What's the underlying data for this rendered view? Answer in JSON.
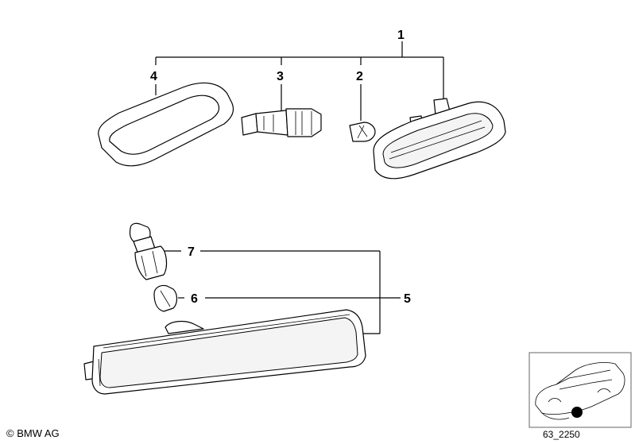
{
  "callouts": {
    "c1": "1",
    "c2": "2",
    "c3": "3",
    "c4": "4",
    "c5": "5",
    "c6": "6",
    "c7": "7"
  },
  "footer": {
    "copyright": "© BMW AG",
    "diagram_id": "63_2250"
  },
  "locator": {
    "marker_color": "#000000"
  }
}
